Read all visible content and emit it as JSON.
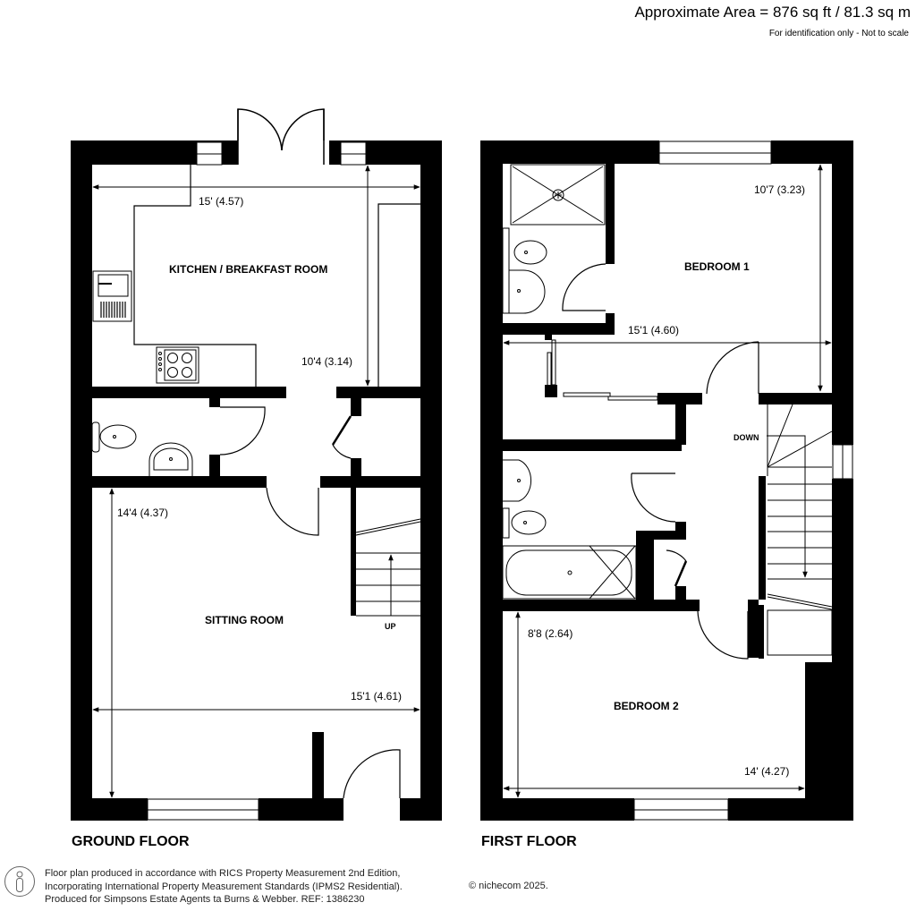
{
  "header": {
    "area_text": "Approximate Area = 876 sq ft / 81.3 sq m",
    "disclaimer": "For identification only - Not to scale"
  },
  "ground_floor": {
    "label": "GROUND FLOOR",
    "rooms": {
      "kitchen": {
        "name": "KITCHEN / BREAKFAST ROOM",
        "width": "15' (4.57)",
        "depth": "10'4 (3.14)"
      },
      "sitting": {
        "name": "SITTING ROOM",
        "depth": "14'4 (4.37)",
        "width": "15'1 (4.61)"
      }
    },
    "stairs_label": "UP"
  },
  "first_floor": {
    "label": "FIRST FLOOR",
    "rooms": {
      "bedroom1": {
        "name": "BEDROOM 1",
        "depth": "10'7 (3.23)",
        "width": "15'1 (4.60)"
      },
      "bedroom2": {
        "name": "BEDROOM 2",
        "depth": "8'8 (2.64)",
        "width": "14' (4.27)"
      }
    },
    "stairs_label": "DOWN"
  },
  "footer": {
    "line1": "Floor plan produced in accordance with RICS Property Measurement 2nd Edition,",
    "line2": "Incorporating International Property Measurement Standards (IPMS2 Residential).",
    "line3": "Produced for Simpsons Estate Agents ta Burns & Webber.   REF:  1386230",
    "copyright": "© nichecom 2025."
  },
  "colors": {
    "wall": "#000000",
    "background": "#ffffff",
    "line": "#000000"
  }
}
